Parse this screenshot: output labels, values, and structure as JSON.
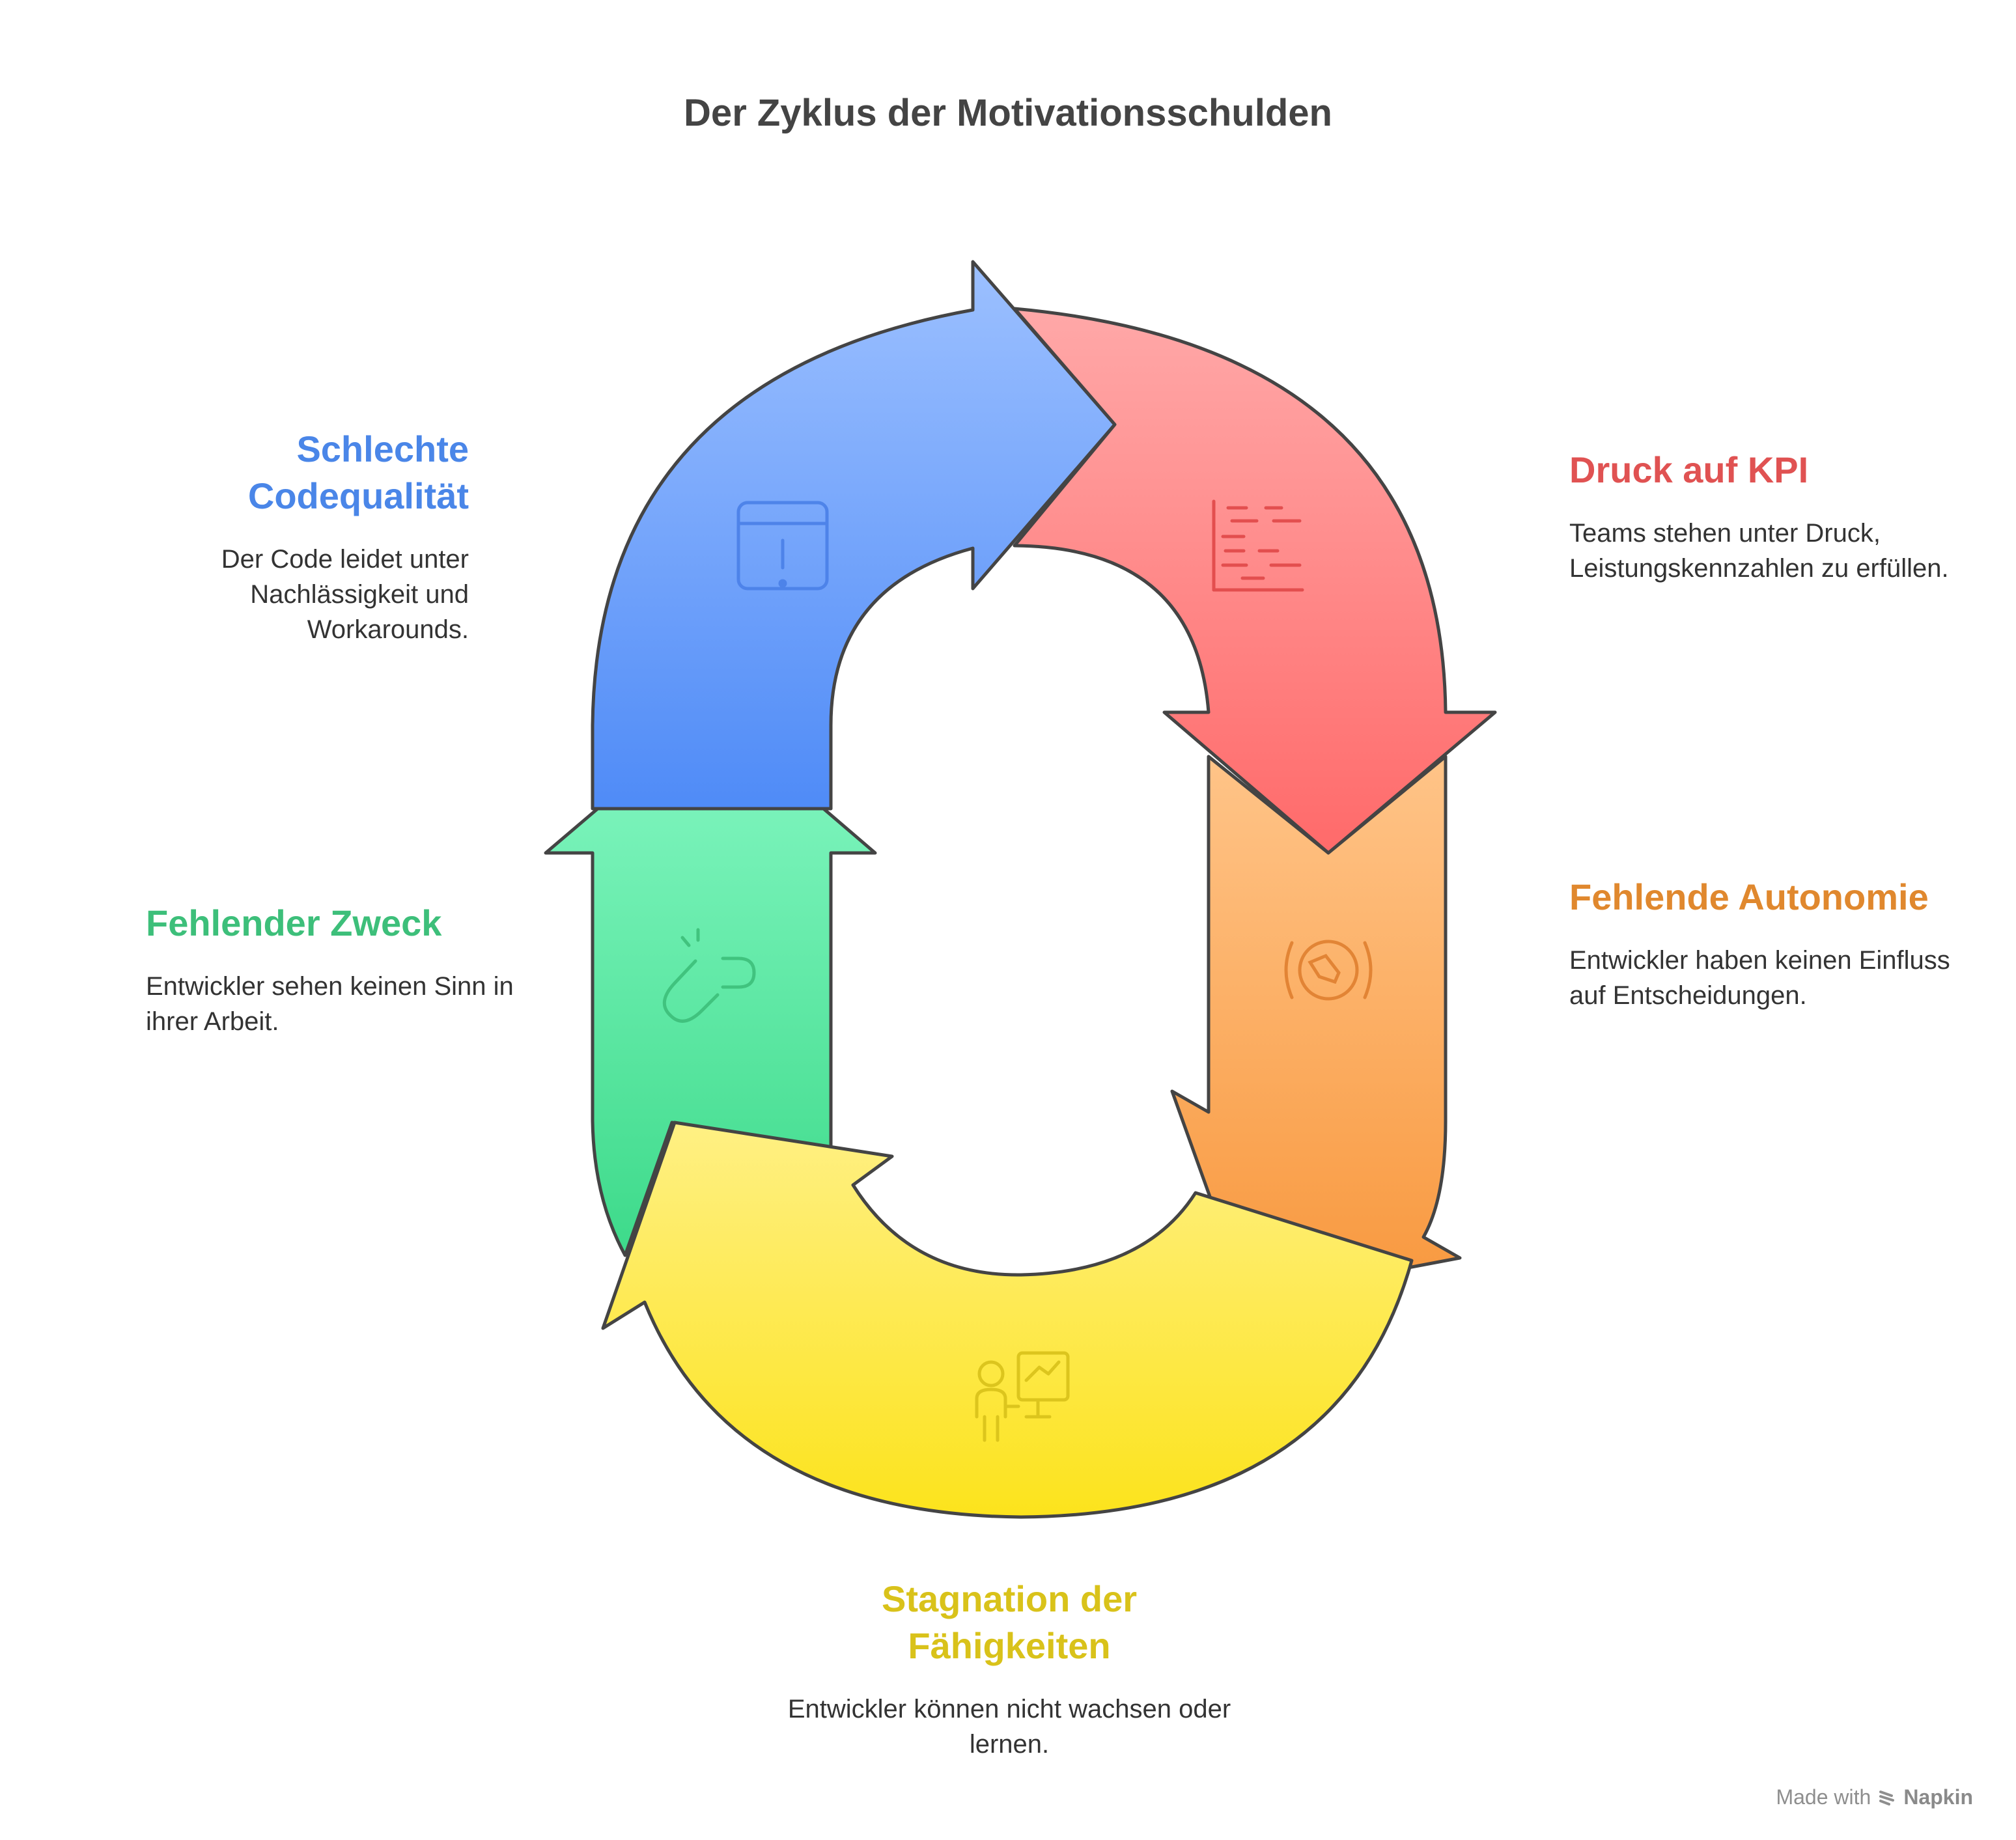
{
  "title": "Der Zyklus der Motivationsschulden",
  "stages": [
    {
      "key": "code",
      "title": "Schlechte Codequalität",
      "description": "Der Code leidet unter Nachlässigkeit und Workarounds.",
      "color": "#4A86E8",
      "icon": "browser-alert-icon"
    },
    {
      "key": "kpi",
      "title": "Druck auf KPI",
      "description": "Teams stehen unter Druck, Leistungskennzahlen zu erfüllen.",
      "color": "#E05252",
      "icon": "gantt-chart-icon"
    },
    {
      "key": "auto",
      "title": "Fehlende Autonomie",
      "description": "Entwickler haben keinen Einfluss auf Entscheidungen.",
      "color": "#E0882E",
      "icon": "brake-warning-icon"
    },
    {
      "key": "skill",
      "title": "Stagnation der Fähigkeiten",
      "description": "Entwickler können nicht wachsen oder lernen.",
      "color": "#D9C21A",
      "icon": "presenter-chart-icon"
    },
    {
      "key": "purpose",
      "title": "Fehlender Zweck",
      "description": "Entwickler sehen keinen Sinn in ihrer Arbeit.",
      "color": "#3DBF7A",
      "icon": "broken-link-icon"
    }
  ],
  "footer": {
    "made_with": "Made with",
    "brand": "Napkin"
  }
}
